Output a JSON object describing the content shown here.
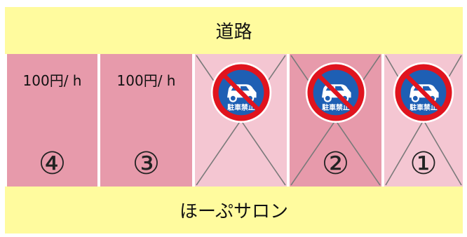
{
  "road_label": "道路",
  "building_label": "ほーぷサロン",
  "spaces": [
    {
      "number": "④",
      "price": "100円/ h",
      "status": "available"
    },
    {
      "number": "③",
      "price": "100円/ h",
      "status": "available"
    },
    {
      "number": "",
      "price": "",
      "status": "no-parking"
    },
    {
      "number": "②",
      "price": "",
      "status": "no-parking"
    },
    {
      "number": "①",
      "price": "",
      "status": "no-parking"
    }
  ],
  "sign": {
    "text": "駐車禁止",
    "ring_color": "#e0141e",
    "field_color": "#1e5fb4"
  },
  "colors": {
    "band": "#fffb9e",
    "space_dark": "#e79aab",
    "space_light": "#f4c6d2",
    "cross_line": "#7a7a7a"
  }
}
